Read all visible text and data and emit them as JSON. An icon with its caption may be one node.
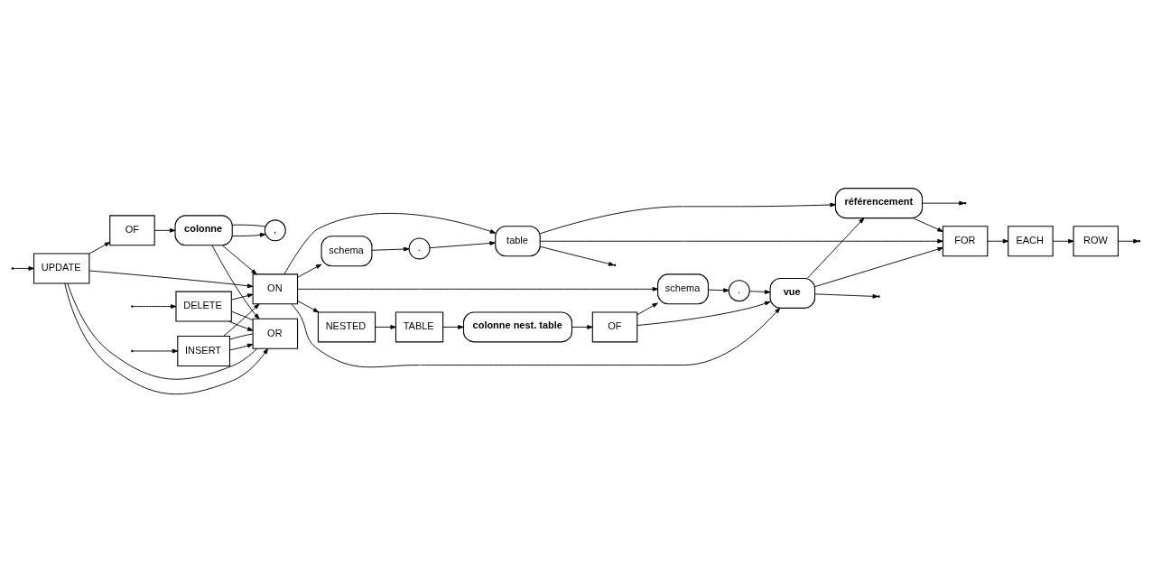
{
  "diagram": {
    "nodes": [
      {
        "text": [
          "OR"
        ]
      },
      {
        "text": [
          "DELETE"
        ]
      },
      {
        "text": [
          "INSERT"
        ]
      },
      {
        "text": [
          "UPDATE"
        ]
      },
      {
        "text": [
          "OF"
        ]
      },
      {
        "text": [
          "colonne"
        ]
      },
      {
        "text": [
          ","
        ]
      },
      {
        "text": [
          "ON"
        ]
      },
      {
        "text": [
          "schema"
        ]
      },
      {
        "text": [
          "."
        ]
      },
      {
        "text": [
          "table"
        ]
      },
      {
        "text": [
          "NESTED"
        ]
      },
      {
        "text": [
          "TABLE"
        ]
      },
      {
        "text": [
          "colonne nest. table"
        ]
      },
      {
        "text": [
          "OF"
        ]
      },
      {
        "text": [
          "schema"
        ]
      },
      {
        "text": [
          "."
        ]
      },
      {
        "text": [
          "vue"
        ]
      },
      {
        "text": [
          "référencement"
        ]
      },
      {
        "text": [
          "FOR"
        ]
      },
      {
        "text": [
          "EACH"
        ]
      },
      {
        "text": [
          "ROW"
        ]
      }
    ],
    "edges": [
      {
        "from": null,
        "to": 1,
        "arrow": "to"
      },
      {
        "from": null,
        "to": 2,
        "arrow": "to"
      },
      {
        "from": null,
        "to": 3,
        "arrow": "to"
      },
      {
        "from": 1,
        "to": 0,
        "arrow": "to"
      },
      {
        "from": 2,
        "to": 0,
        "arrow": "to"
      },
      {
        "from": 3,
        "to": 0,
        "arrow": "to"
      },
      {
        "from": 5,
        "to": 0,
        "arrow": "to"
      },
      {
        "from": 0,
        "to": 1,
        "arrow": "none"
      },
      {
        "from": 0,
        "to": 2,
        "arrow": "none"
      },
      {
        "from": 0,
        "to": 3,
        "arrow": "none"
      },
      {
        "from": 3,
        "to": 4,
        "arrow": "to"
      },
      {
        "from": 4,
        "to": 5,
        "arrow": "to"
      },
      {
        "from": 5,
        "to": 6,
        "arrow": "to"
      },
      {
        "from": 6,
        "to": 5,
        "arrow": "none"
      },
      {
        "from": 1,
        "to": 7,
        "arrow": "to"
      },
      {
        "from": 2,
        "to": 7,
        "arrow": "to"
      },
      {
        "from": 3,
        "to": 7,
        "arrow": "to"
      },
      {
        "from": 5,
        "to": 7,
        "arrow": "to"
      },
      {
        "from": 7,
        "to": 8,
        "arrow": "to"
      },
      {
        "from": 7,
        "to": 10,
        "arrow": "to"
      },
      {
        "from": 8,
        "to": 9,
        "arrow": "to"
      },
      {
        "from": 9,
        "to": 10,
        "arrow": "to"
      },
      {
        "from": 7,
        "to": 11,
        "arrow": "to"
      },
      {
        "from": 7,
        "to": 15,
        "arrow": "to"
      },
      {
        "from": 7,
        "to": 17,
        "arrow": "to"
      },
      {
        "from": 11,
        "to": 12,
        "arrow": "to"
      },
      {
        "from": 12,
        "to": 13,
        "arrow": "to"
      },
      {
        "from": 13,
        "to": 14,
        "arrow": "to"
      },
      {
        "from": 14,
        "to": 15,
        "arrow": "to"
      },
      {
        "from": 14,
        "to": 17,
        "arrow": "to"
      },
      {
        "from": 15,
        "to": 16,
        "arrow": "to"
      },
      {
        "from": 16,
        "to": 17,
        "arrow": "to"
      },
      {
        "from": 10,
        "to": 18,
        "arrow": "to"
      },
      {
        "from": 10,
        "to": 19,
        "arrow": "to"
      },
      {
        "from": 10,
        "to": null,
        "arrow": "to"
      },
      {
        "from": 17,
        "to": 18,
        "arrow": "to"
      },
      {
        "from": 17,
        "to": 19,
        "arrow": "to"
      },
      {
        "from": 17,
        "to": null,
        "arrow": "to"
      },
      {
        "from": 18,
        "to": 19,
        "arrow": "to"
      },
      {
        "from": 18,
        "to": null,
        "arrow": "to"
      },
      {
        "from": 19,
        "to": 20,
        "arrow": "to"
      },
      {
        "from": 20,
        "to": 21,
        "arrow": "to"
      },
      {
        "from": 21,
        "to": null,
        "arrow": "to"
      }
    ]
  }
}
